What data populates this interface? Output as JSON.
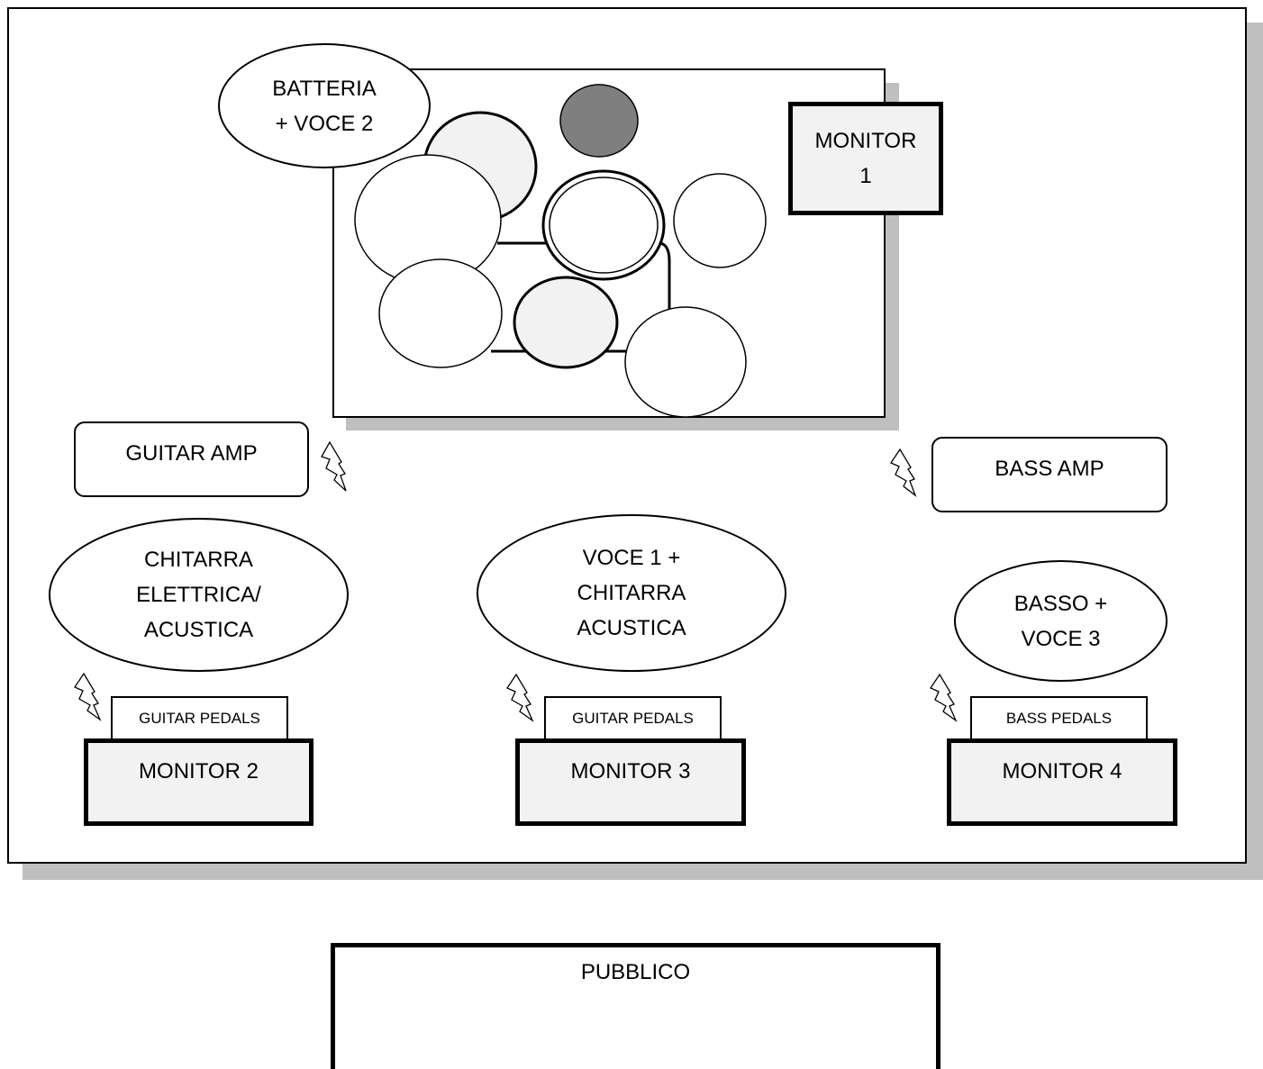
{
  "stage": {
    "drums_label": "BATTERIA\n+ VOCE 2",
    "monitor_1": "MONITOR\n1",
    "guitar_amp": "GUITAR AMP",
    "bass_amp": "BASS AMP",
    "guitarist": "CHITARRA\nELETTRICA/\nACUSTICA",
    "singer": "VOCE 1 +\nCHITARRA\nACUSTICA",
    "bassist": "BASSO +\nVOCE 3",
    "pedals_left": "GUITAR PEDALS",
    "pedals_center": "GUITAR PEDALS",
    "pedals_right": "BASS PEDALS",
    "monitor_2": "MONITOR 2",
    "monitor_3": "MONITOR 3",
    "monitor_4": "MONITOR 4"
  },
  "audience": {
    "label": "PUBBLICO"
  },
  "colors": {
    "outline": "#000000",
    "shadow": "#bfbfbf",
    "light_fill": "#f2f2f2",
    "dark_drum": "#7f7f7f"
  }
}
